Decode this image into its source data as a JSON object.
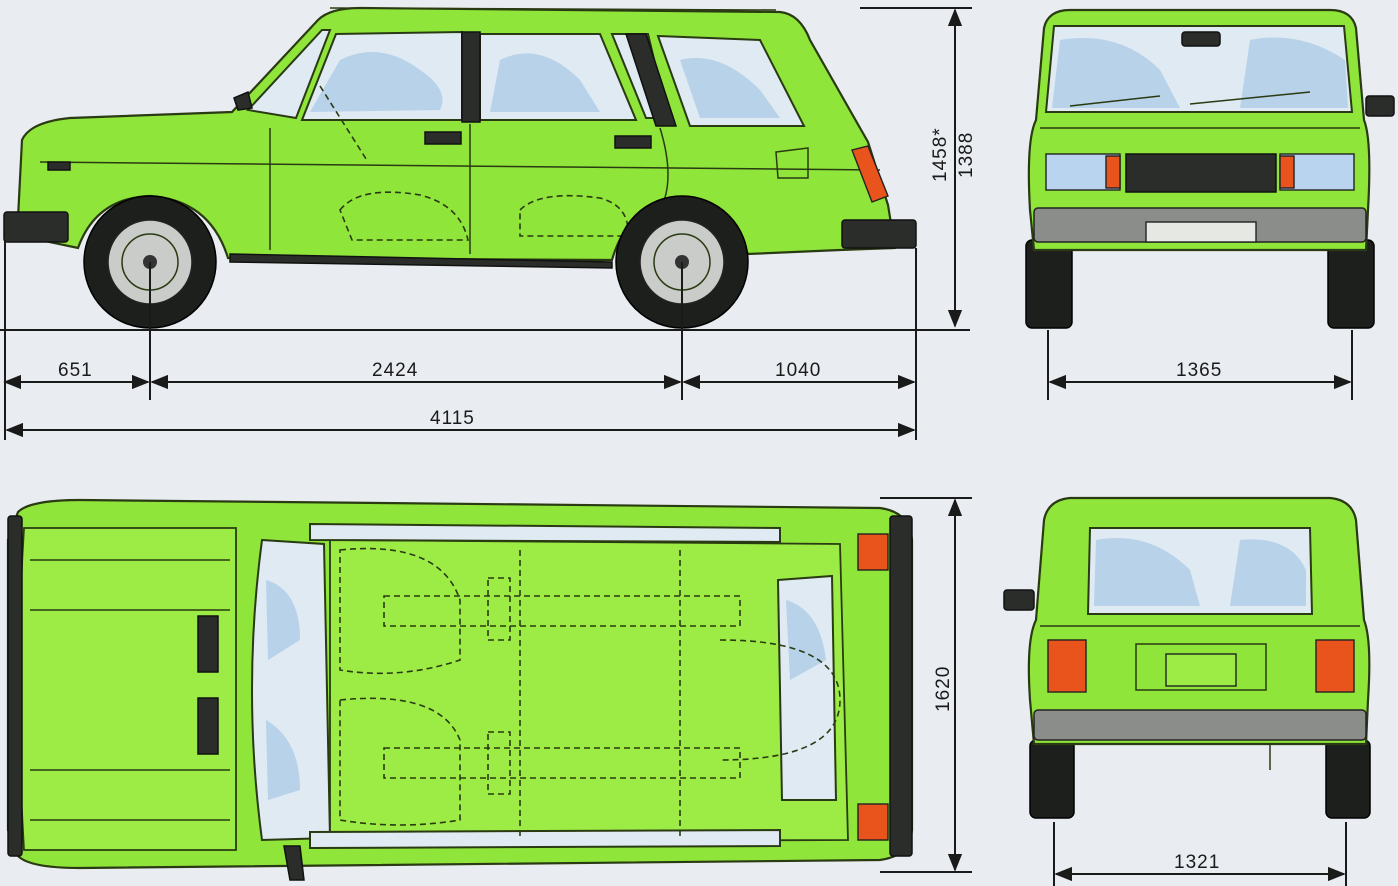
{
  "dimensions": {
    "front_overhang": "651",
    "wheelbase": "2424",
    "rear_overhang": "1040",
    "overall_length": "4115",
    "height_loaded": "1458*",
    "height": "1388",
    "front_track": "1365",
    "overall_width": "1620",
    "rear_track": "1321"
  },
  "colors": {
    "body": "#8fe53a",
    "background": "#e9edf1",
    "lines": "#1a1a1a",
    "glass": "#dfeaf3",
    "lamps": "#e8541c"
  }
}
